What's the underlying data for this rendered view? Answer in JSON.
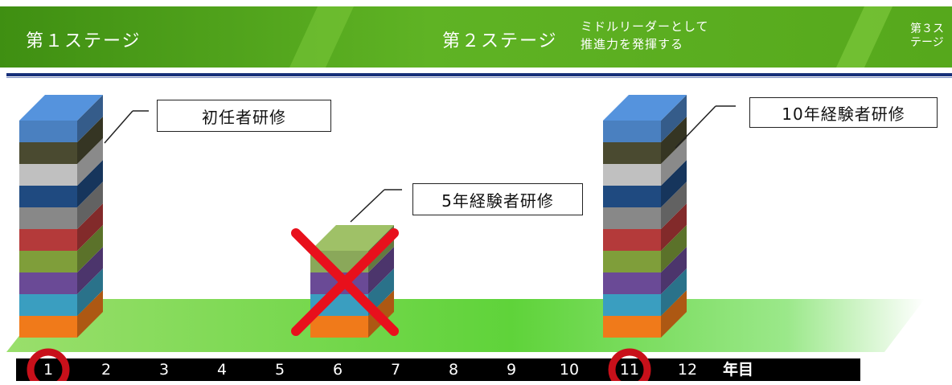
{
  "stages": {
    "stage1_label": "第１ステージ",
    "stage2_label": "第２ステージ",
    "stage2_desc_line1": "ミドルリーダーとして",
    "stage2_desc_line2": "推進力を発揮する",
    "stage3_line1": "第３ス",
    "stage3_line2": "テージ"
  },
  "trainings": [
    {
      "label": "初任者研修",
      "year": 1,
      "status": "active"
    },
    {
      "label": "5年経験者研修",
      "year": 6,
      "status": "removed"
    },
    {
      "label": "10年経験者研修",
      "year": 11,
      "status": "active"
    }
  ],
  "axis": {
    "ticks": [
      "1",
      "2",
      "3",
      "4",
      "5",
      "6",
      "7",
      "8",
      "9",
      "10",
      "11",
      "12"
    ],
    "unit_label": "年目"
  },
  "colors": {
    "banner_green": "#4a9a1a",
    "platform_green": "#6cd43a",
    "cross_red": "#e8101c",
    "circle_red": "#c8101a"
  }
}
